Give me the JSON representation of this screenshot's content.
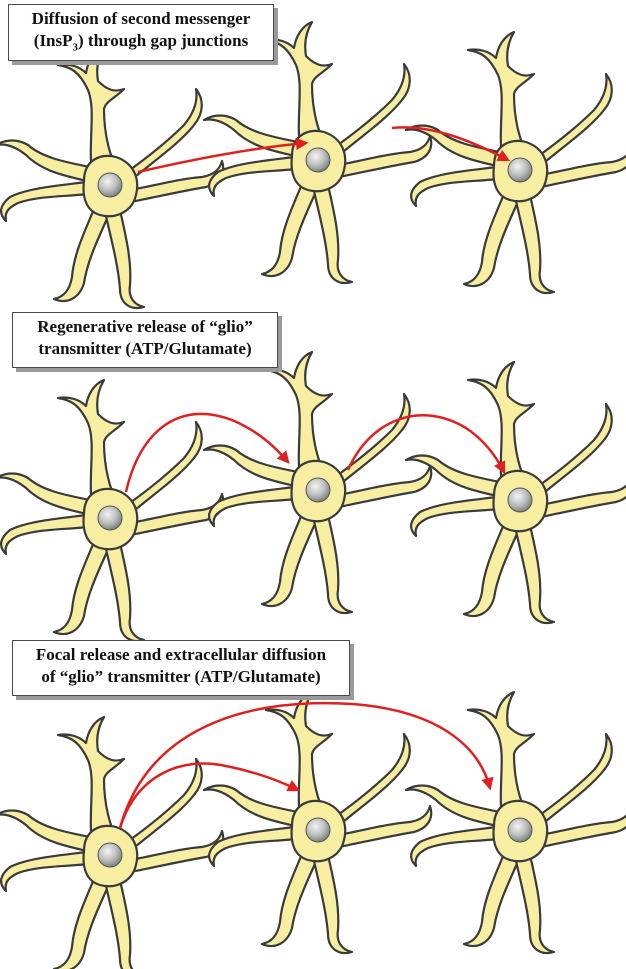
{
  "panels": [
    {
      "title_line1": "Diffusion of second messenger",
      "title_line2_pre": "(InsP",
      "title_line2_sub": "3",
      "title_line2_post": ") through gap junctions",
      "mechanism": "gap-junction",
      "signal_path": "cell1-to-cell2-to-cell3 through processes"
    },
    {
      "title_line1": "Regenerative release of “glio”",
      "title_line2": "transmitter (ATP/Glutamate)",
      "mechanism": "regenerative-release",
      "signal_path": "cell1-to-cell2, cell2-to-cell3 arcs"
    },
    {
      "title_line1": "Focal release and extracellular diffusion",
      "title_line2": "of “glio” transmitter (ATP/Glutamate)",
      "mechanism": "focal-release",
      "signal_path": "cell1-to-cell2 and cell1-to-cell3 arcs"
    }
  ],
  "colors": {
    "cell_fill": "#F8EEA2",
    "cell_outline": "#3a3a3a",
    "nucleus": "#b8bdbb",
    "arrow": "#e02020",
    "caption_border": "#4a4a4a",
    "caption_shadow": "#9a9a9a"
  }
}
